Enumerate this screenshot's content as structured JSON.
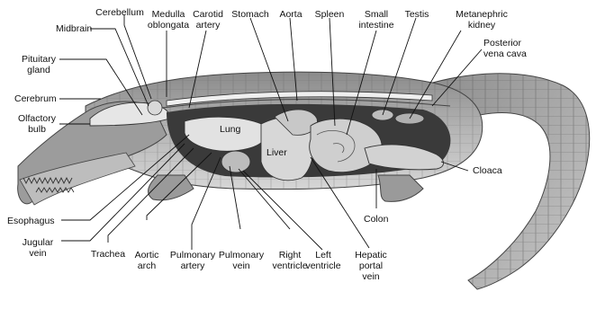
{
  "figure": {
    "labels": {
      "cerebellum": "Cerebellum",
      "medulla_oblongata": "Medulla\noblongata",
      "carotid_artery": "Carotid\nartery",
      "stomach": "Stomach",
      "aorta": "Aorta",
      "spleen": "Spleen",
      "small_intestine": "Small\nintestine",
      "testis": "Testis",
      "metanephric_kidney": "Metanephric\nkidney",
      "posterior_vena_cava": "Posterior\nvena cava",
      "midbrain": "Midbrain",
      "pituitary_gland": "Pituitary\ngland",
      "cerebrum": "Cerebrum",
      "olfactory_bulb": "Olfactory\nbulb",
      "lung": "Lung",
      "liver": "Liver",
      "cloaca": "Cloaca",
      "colon": "Colon",
      "esophagus": "Esophagus",
      "jugular_vein": "Jugular\nvein",
      "trachea": "Trachea",
      "aortic_arch": "Aortic\narch",
      "pulmonary_artery": "Pulmonary\nartery",
      "pulmonary_vein": "Pulmonary\nvein",
      "right_ventricle": "Right\nventricle",
      "left_ventricle": "Left\nventricle",
      "hepatic_portal_vein": "Hepatic\nportal\nvein"
    },
    "colors": {
      "skin_dark": "#6f6f6f",
      "skin_mid": "#9a9a9a",
      "skin_light": "#c9c9c9",
      "organ": "#dcdcdc",
      "organ_shadow": "#a8a8a8",
      "cavity": "#3a3a3a",
      "leader": "#111111"
    }
  }
}
